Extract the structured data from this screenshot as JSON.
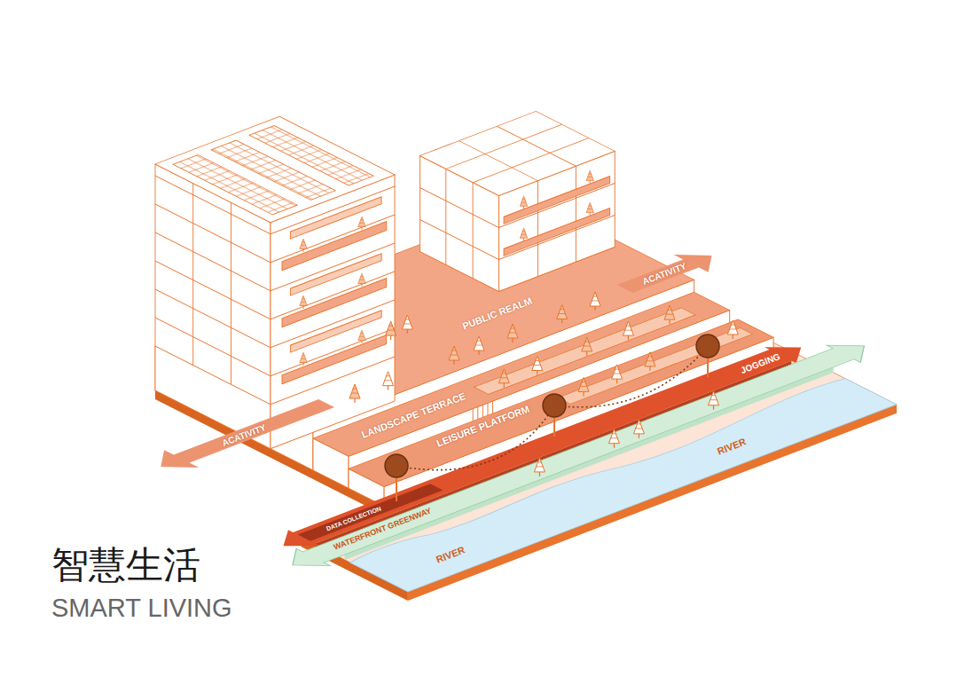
{
  "diagram": {
    "title": "智慧生活",
    "labels": [
      "SMART LIVING",
      "ACATIVITY",
      "ACATIVITY",
      "PUBLIC REALM",
      "LANDSCAPE TERRACE",
      "LEISURE PLATFORM",
      "JOGGING",
      "DATA COLLECTION",
      "WATERFRONT GREENWAY",
      "RIVER",
      "RIVER"
    ]
  }
}
